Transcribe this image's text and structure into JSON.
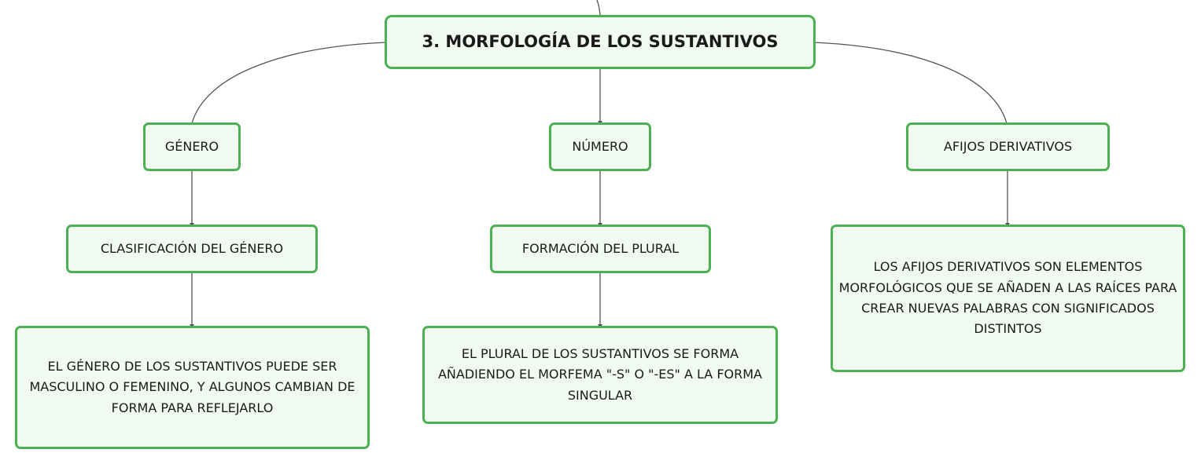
{
  "map": {
    "root": {
      "label": "3. MORFOLOGÍA DE LOS SUSTANTIVOS"
    },
    "branches": [
      {
        "label": "GÉNERO",
        "subtopic": "CLASIFICACIÓN DEL GÉNERO",
        "detail": "EL GÉNERO DE LOS SUSTANTIVOS PUEDE SER MASCULINO O FEMENINO, Y ALGUNOS CAMBIAN DE FORMA PARA REFLEJARLO"
      },
      {
        "label": "NÚMERO",
        "subtopic": "FORMACIÓN DEL PLURAL",
        "detail": "EL PLURAL DE LOS SUSTANTIVOS SE FORMA AÑADIENDO EL MORFEMA \"-S\" O \"-ES\" A LA FORMA SINGULAR"
      },
      {
        "label": "AFIJOS DERIVATIVOS",
        "detail": "LOS AFIJOS DERIVATIVOS SON ELEMENTOS MORFOLÓGICOS QUE SE AÑADEN A LAS RAÍCES PARA CREAR NUEVAS PALABRAS CON SIGNIFICADOS DISTINTOS"
      }
    ]
  },
  "colors": {
    "node_border": "#4bb152",
    "node_fill": "#f1faf1",
    "connector": "#555555"
  }
}
